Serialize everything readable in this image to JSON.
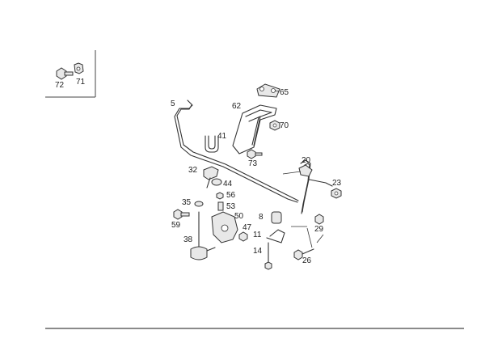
{
  "callouts": {
    "c72": "72",
    "c71": "71",
    "c65": "65",
    "c5": "5",
    "c62": "62",
    "c70": "70",
    "c41": "41",
    "c73": "73",
    "c20": "20",
    "c32": "32",
    "c23": "23",
    "c44": "44",
    "c56": "56",
    "c35": "35",
    "c53": "53",
    "c50": "50",
    "c8": "8",
    "c59": "59",
    "c47": "47",
    "c29": "29",
    "c11": "11",
    "c38": "38",
    "c14": "14",
    "c26": "26"
  }
}
